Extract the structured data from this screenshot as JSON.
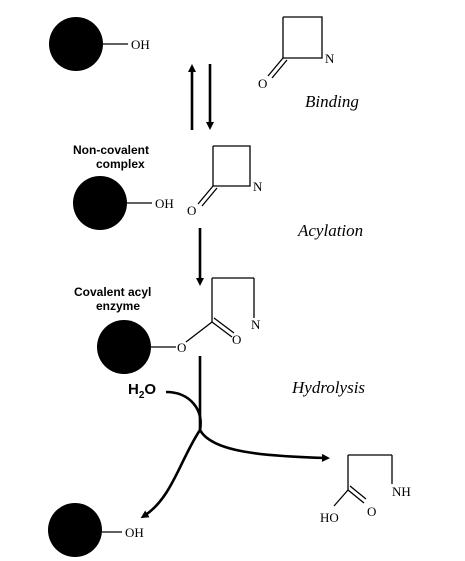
{
  "labels": {
    "oh": "OH",
    "o": "O",
    "n": "N",
    "nh": "NH",
    "ho": "HO",
    "h2o_h": "H",
    "h2o_sub": "2",
    "h2o_o": "O"
  },
  "steps": {
    "binding": "Binding",
    "acylation": "Acylation",
    "hydrolysis": "Hydrolysis"
  },
  "states": {
    "noncovalent_line1": "Non-covalent",
    "noncovalent_line2": "complex",
    "acyl_line1": "Covalent acyl",
    "acyl_line2": "enzyme"
  },
  "colors": {
    "enzyme": "#000000",
    "ink": "#000000"
  }
}
